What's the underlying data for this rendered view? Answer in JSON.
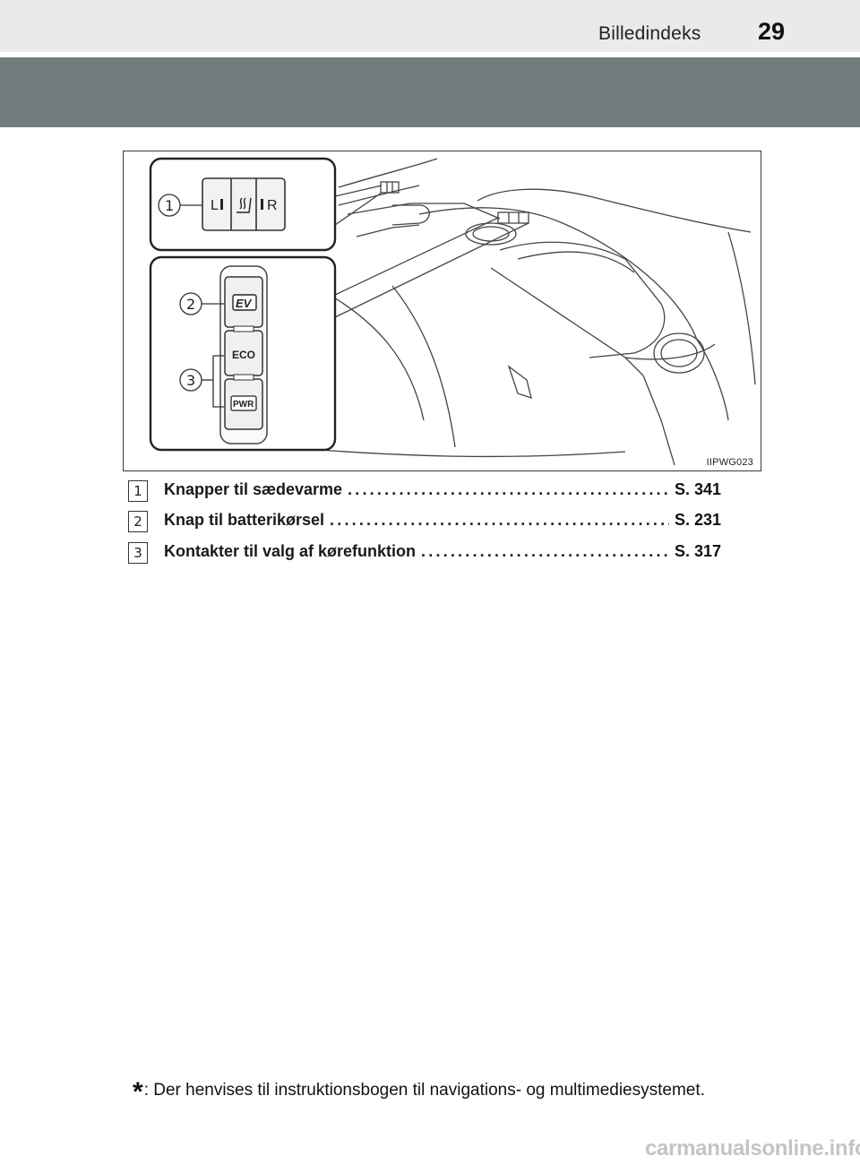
{
  "header": {
    "section_title": "Billedindeks",
    "page_number": "29"
  },
  "figure": {
    "code": "IIPWG023",
    "callouts": [
      "1",
      "2",
      "3"
    ],
    "seat_heater_labels": {
      "left": "L",
      "right": "R"
    },
    "buttons": [
      "EV",
      "ECO",
      "PWR"
    ]
  },
  "legend": {
    "items": [
      {
        "number": "1",
        "label": "Knapper til sædevarme",
        "ref": "S. 341"
      },
      {
        "number": "2",
        "label": "Knap til batterikørsel",
        "ref": "S. 231"
      },
      {
        "number": "3",
        "label": "Kontakter til valg af kørefunktion",
        "ref": "S. 317"
      }
    ]
  },
  "footnote": {
    "marker": "*",
    "text": ": Der henvises til instruktionsbogen til navigations- og multimediesystemet."
  },
  "watermark": "carmanualsonline.info"
}
